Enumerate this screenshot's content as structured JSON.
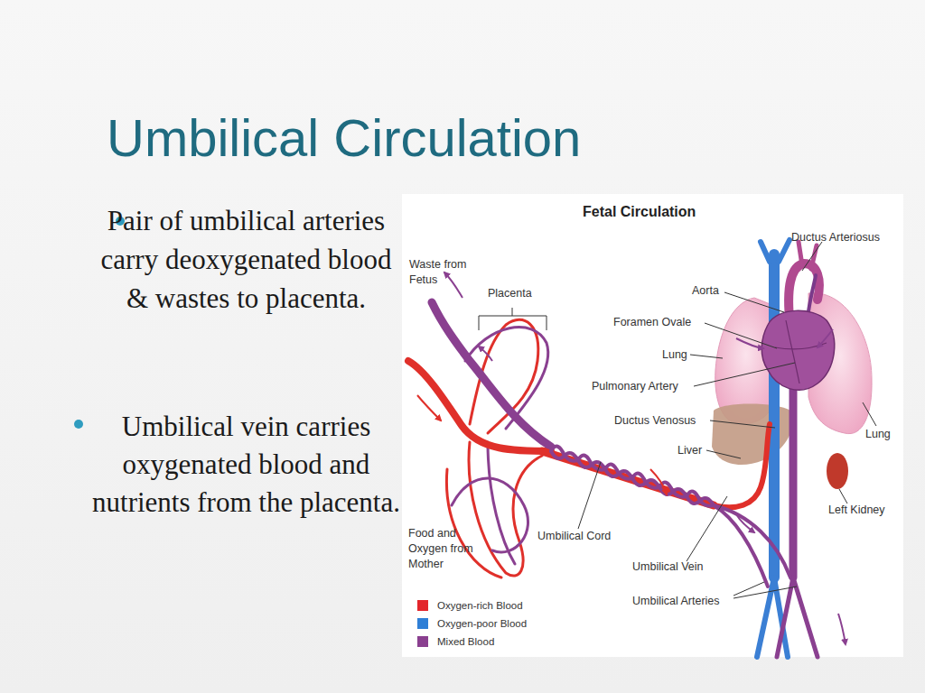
{
  "diagram": {
    "title": "Umbilical Circulation",
    "labels": [
      "Pair of umbilical arteries carry deoxygenated blood & wastes to placenta.",
      "Umbilical vein carries oxygenated blood and nutrients from the placenta.",
      "Fetal Circulation",
      "Ductus Arteriosus",
      "Waste from Fetus",
      "Placenta",
      "Aorta",
      "Foramen Ovale",
      "Lung",
      "Pulmonary Artery",
      "Ductus Venosus",
      "Liver",
      "Lung",
      "Left Kidney",
      "Food and Oxygen from Mother",
      "Umbilical Cord",
      "Umbilical Vein",
      "Umbilical Arteries"
    ],
    "legend": [
      {
        "text": "Oxygen-rich Blood",
        "color": "#e3252b"
      },
      {
        "text": "Oxygen-poor Blood",
        "color": "#2f7fd6"
      },
      {
        "text": "Mixed Blood",
        "color": "#8a4090"
      }
    ]
  }
}
